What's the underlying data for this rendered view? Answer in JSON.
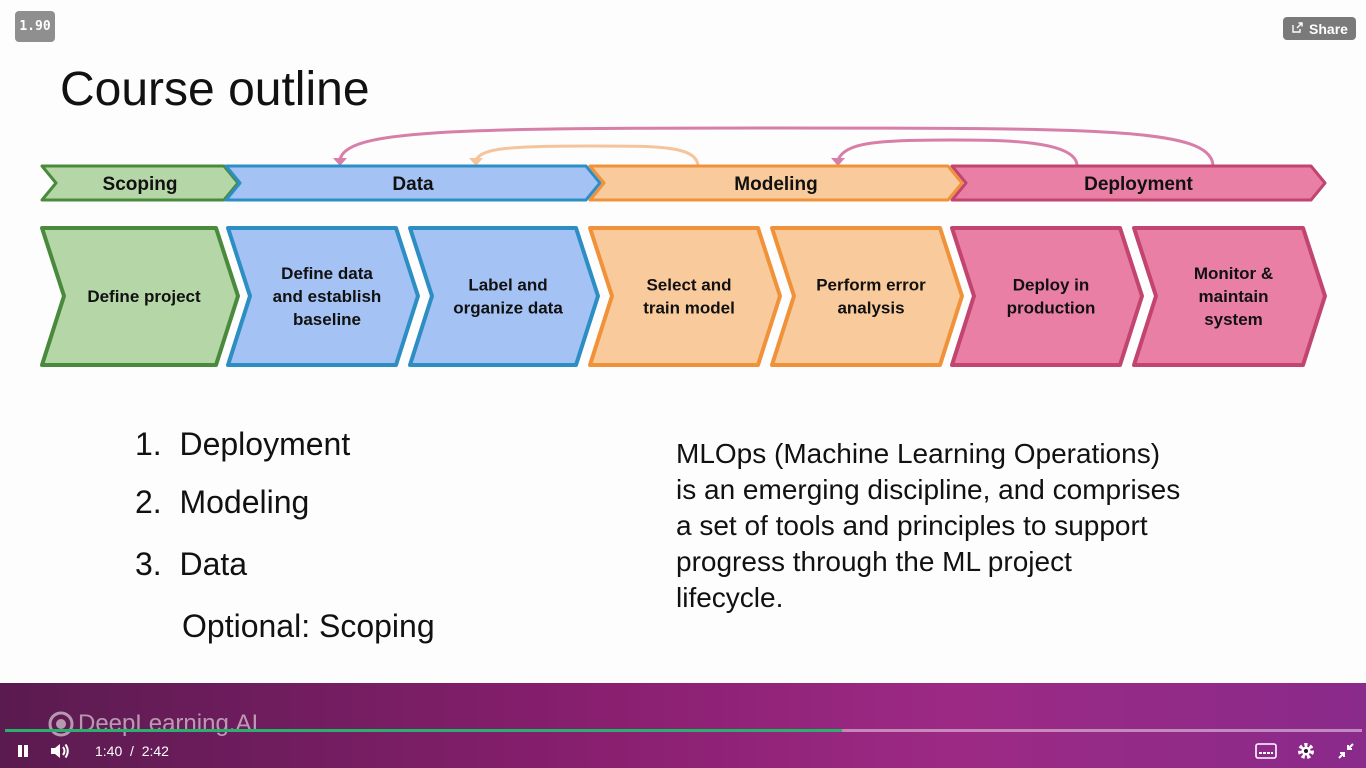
{
  "player": {
    "speed_label": "1.90",
    "share_label": "Share",
    "brand_label": "DeepLearning.AI",
    "current_time": "1:40",
    "time_separator": "/",
    "duration": "2:42",
    "progress_fraction": 0.617
  },
  "slide": {
    "title": "Course outline",
    "phases": [
      {
        "label": "Scoping",
        "color": "#b5d6a7",
        "border": "#4a8a3c"
      },
      {
        "label": "Data",
        "color": "#a4c2f4",
        "border": "#2d8ec4"
      },
      {
        "label": "Modeling",
        "color": "#f9cb9c",
        "border": "#f0923a"
      },
      {
        "label": "Deployment",
        "color": "#ea7fa6",
        "border": "#c2456f"
      }
    ],
    "steps": [
      {
        "lines": [
          "Define project"
        ]
      },
      {
        "lines": [
          "Define data",
          "and establish",
          "baseline"
        ]
      },
      {
        "lines": [
          "Label and",
          "organize data"
        ]
      },
      {
        "lines": [
          "Select and",
          "train model"
        ]
      },
      {
        "lines": [
          "Perform error",
          "analysis"
        ]
      },
      {
        "lines": [
          "Deploy in",
          "production"
        ]
      },
      {
        "lines": [
          "Monitor &",
          "maintain",
          "system"
        ]
      }
    ],
    "list": [
      {
        "num": "1.",
        "text": "Deployment"
      },
      {
        "num": "2.",
        "text": "Modeling"
      },
      {
        "num": "3.",
        "text": "Data"
      },
      {
        "num": "",
        "text": "Optional: Scoping"
      }
    ],
    "description_lines": [
      "MLOps (Machine Learning Operations)",
      "is an emerging discipline, and comprises",
      "a set of tools and principles to support",
      "progress through the ML project",
      "lifecycle."
    ]
  },
  "icons": {
    "share": "share-icon",
    "pause": "pause-icon",
    "volume": "volume-icon",
    "captions": "captions-icon",
    "settings": "gear-icon",
    "exit_fullscreen": "exit-fullscreen-icon"
  }
}
